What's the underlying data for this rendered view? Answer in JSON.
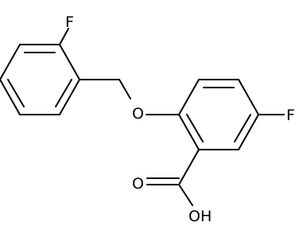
{
  "molecule": {
    "atom_labels": {
      "fluorine_top": "F",
      "oxygen_ether": "O",
      "fluorine_right": "F",
      "oxygen_carbonyl": "O",
      "hydroxyl": "OH"
    },
    "colors": {
      "bond": "#000000",
      "label": "#000000",
      "background": "#ffffff"
    }
  }
}
